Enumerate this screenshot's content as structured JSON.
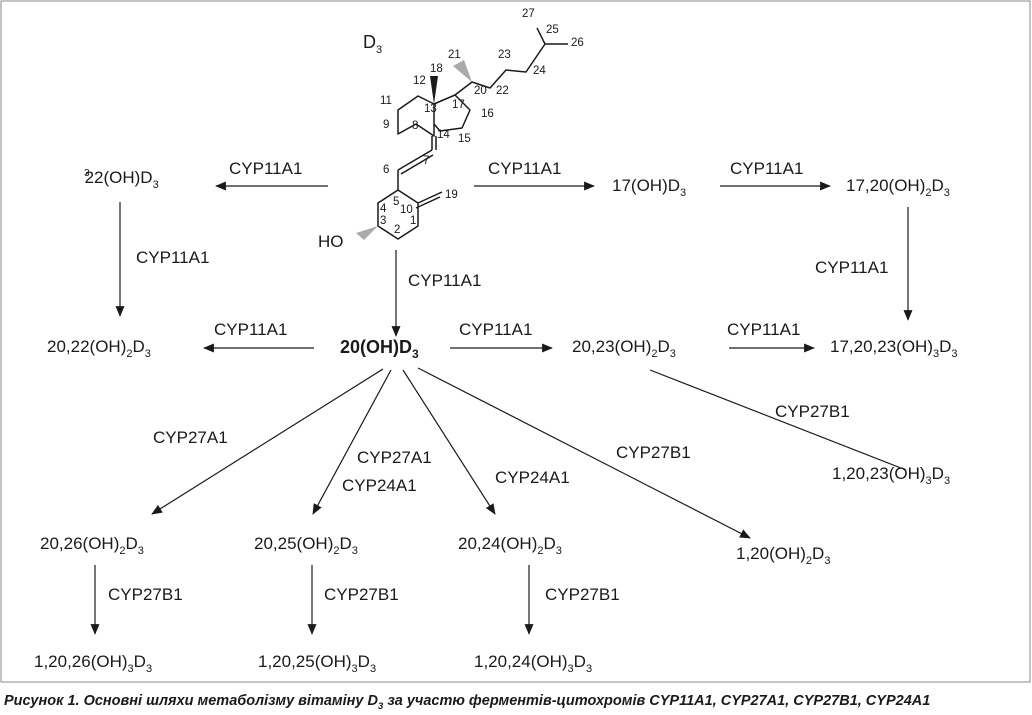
{
  "molecule": {
    "name_main": "D",
    "name_sub": "3",
    "ho_label": "HO",
    "atom_numbers": [
      "1",
      "2",
      "3",
      "4",
      "5",
      "6",
      "7",
      "8",
      "9",
      "10",
      "11",
      "12",
      "13",
      "14",
      "15",
      "16",
      "17",
      "18",
      "19",
      "20",
      "21",
      "22",
      "23",
      "24",
      "25",
      "26",
      "27"
    ]
  },
  "compounds": {
    "c22oh": {
      "main": "22(OH)D",
      "sub": "3",
      "prefix_sup": "3"
    },
    "c17oh": {
      "main": "17(OH)D",
      "sub": "3"
    },
    "c1720": {
      "main": "17,20(OH)",
      "sub1": "2",
      "mid": "D",
      "sub2": "3"
    },
    "c2022": {
      "main": "20,22(OH)",
      "sub1": "2",
      "mid": "D",
      "sub2": "3"
    },
    "c20oh": {
      "main": "20(OH)D",
      "sub": "3"
    },
    "c2023": {
      "main": "20,23(OH)",
      "sub1": "2",
      "mid": "D",
      "sub2": "3"
    },
    "c172023": {
      "main": "17,20,23(OH)",
      "sub1": "3",
      "mid": "D",
      "sub2": "3"
    },
    "c12023": {
      "main": "1,20,23(OH)",
      "sub1": "3",
      "mid": "D",
      "sub2": "3"
    },
    "c2026": {
      "main": "20,26(OH)",
      "sub1": "2",
      "mid": "D",
      "sub2": "3"
    },
    "c2025": {
      "main": "20,25(OH)",
      "sub1": "2",
      "mid": "D",
      "sub2": "3"
    },
    "c2024": {
      "main": "20,24(OH)",
      "sub1": "2",
      "mid": "D",
      "sub2": "3"
    },
    "c120": {
      "main": "1,20(OH)",
      "sub1": "2",
      "mid": "D",
      "sub2": "3"
    },
    "c12026": {
      "main": "1,20,26(OH)",
      "sub1": "3",
      "mid": "D",
      "sub2": "3"
    },
    "c12025": {
      "main": "1,20,25(OH)",
      "sub1": "3",
      "mid": "D",
      "sub2": "3"
    },
    "c12024": {
      "main": "1,20,24(OH)",
      "sub1": "3",
      "mid": "D",
      "sub2": "3"
    }
  },
  "enzymes": {
    "to22": "CYP11A1",
    "to17": "CYP11A1",
    "to1720": "CYP11A1",
    "to2022_down": "CYP11A1",
    "to20": "CYP11A1",
    "to172023": "CYP11A1",
    "to2022_left": "CYP11A1",
    "to2023": "CYP11A1",
    "to172023_right": "CYP11A1",
    "to12023": "CYP27B1",
    "to2026": "CYP27A1",
    "to2025_a": "CYP27A1",
    "to2025_b": "CYP24A1",
    "to2024": "CYP24A1",
    "to120": "CYP27B1",
    "to12026": "CYP27B1",
    "to12025": "CYP27B1",
    "to12024": "CYP27B1"
  },
  "caption": {
    "before": "Рисунок 1. Основні шляхи метаболізму вітаміну D",
    "sub": "3",
    "after": " за участю ферментів-цитохромів CYP11A1, CYP27A1, CYP27B1, CYP24A1"
  },
  "colors": {
    "ink": "#1a1a1a",
    "wedge": "#aaaaaa",
    "frame": "#888888"
  }
}
